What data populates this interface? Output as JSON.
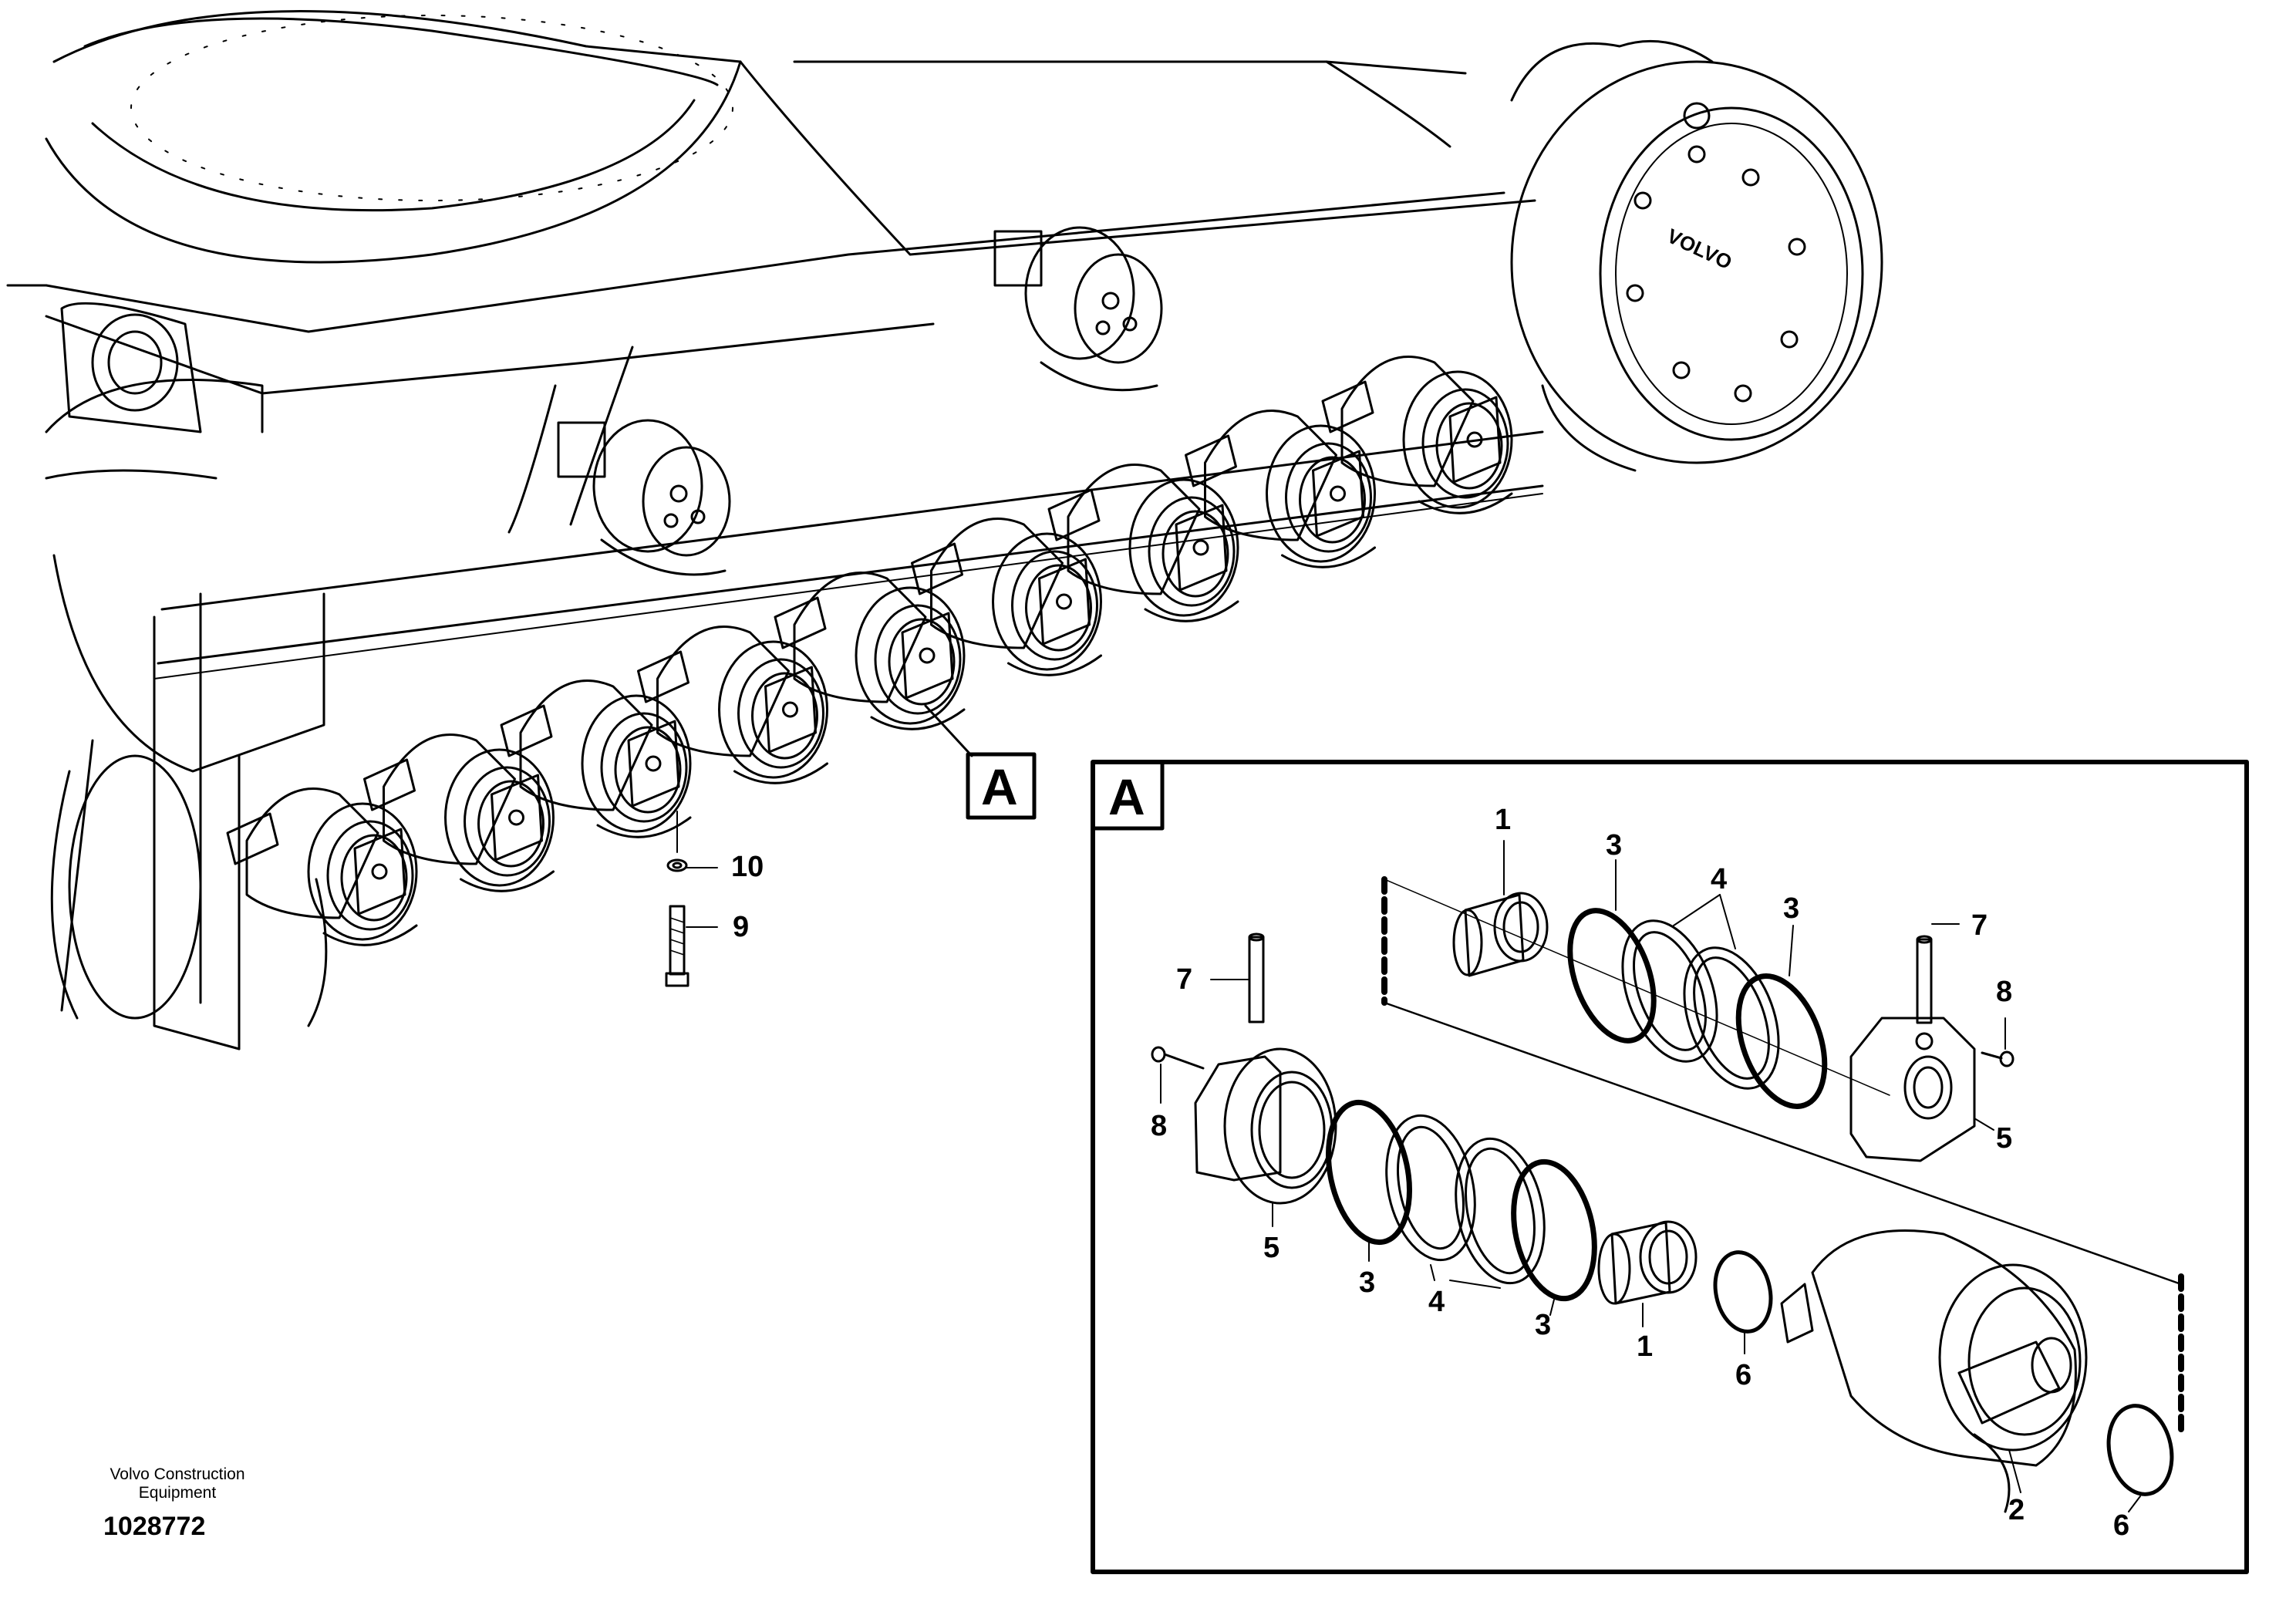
{
  "diagram": {
    "overview_callouts": [
      "10",
      "9"
    ],
    "overview_detail_marker": "A",
    "detail_view": {
      "label": "A",
      "part_callouts": [
        "1",
        "3",
        "4",
        "3",
        "7",
        "8",
        "5",
        "7",
        "8",
        "5",
        "3",
        "4",
        "3",
        "1",
        "6",
        "2",
        "6"
      ]
    },
    "engraving": "VOLVO"
  },
  "footer": {
    "publisher_line1": "Volvo Construction",
    "publisher_line2": "Equipment",
    "document_number": "1028772"
  }
}
